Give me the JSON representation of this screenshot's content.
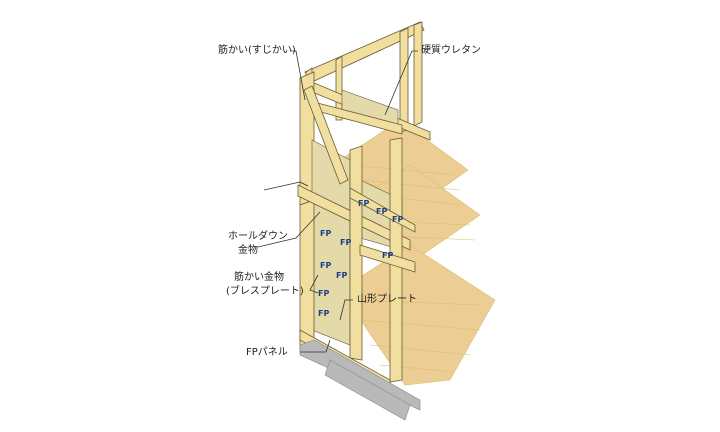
{
  "labels": {
    "bracing": "筋かい(すじかい)",
    "rigid_urethane": "硬質ウレタン",
    "hold_down_line1": "ホールダウン",
    "hold_down_line2": "金物",
    "brace_hardware_line1": "筋かい金物",
    "brace_hardware_line2": "(ブレスプレート)",
    "mountain_plate": "山形プレート",
    "fp_panel": "FPパネル"
  },
  "panel_mark": "FP",
  "colors": {
    "timber": "#f1df9f",
    "timber_shade": "#d9bf73",
    "floor": "#eccd93",
    "panel": "#e3d9a9",
    "panel_mark": "#1d3f8a",
    "outline": "#6b5a36",
    "base": "#b9b9b9",
    "leader": "#333333"
  }
}
